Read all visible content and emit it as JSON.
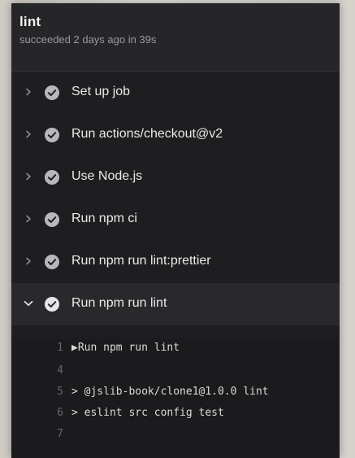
{
  "job": {
    "title": "lint",
    "status": "succeeded 2 days ago in 39s"
  },
  "steps": [
    {
      "label": "Set up job",
      "icon": "check-circle-icon",
      "expanded": false
    },
    {
      "label": "Run actions/checkout@v2",
      "icon": "check-circle-icon",
      "expanded": false
    },
    {
      "label": "Use Node.js",
      "icon": "check-circle-icon",
      "expanded": false
    },
    {
      "label": "Run npm ci",
      "icon": "check-circle-icon",
      "expanded": false
    },
    {
      "label": "Run npm run lint:prettier",
      "icon": "check-circle-icon",
      "expanded": false
    },
    {
      "label": "Run npm run lint",
      "icon": "check-circle-icon",
      "expanded": true
    }
  ],
  "log": [
    {
      "no": "1",
      "text": "▶Run npm run lint"
    },
    {
      "no": "4",
      "text": ""
    },
    {
      "no": "5",
      "text": "> @jslib-book/clone1@1.0.0 lint"
    },
    {
      "no": "6",
      "text": "> eslint src config test"
    },
    {
      "no": "7",
      "text": ""
    }
  ],
  "colors": {
    "panel": "#1e1e20",
    "header": "#262628",
    "text": "#eaeaea",
    "muted": "#9a9a9e",
    "check": "#b8b8bc"
  }
}
